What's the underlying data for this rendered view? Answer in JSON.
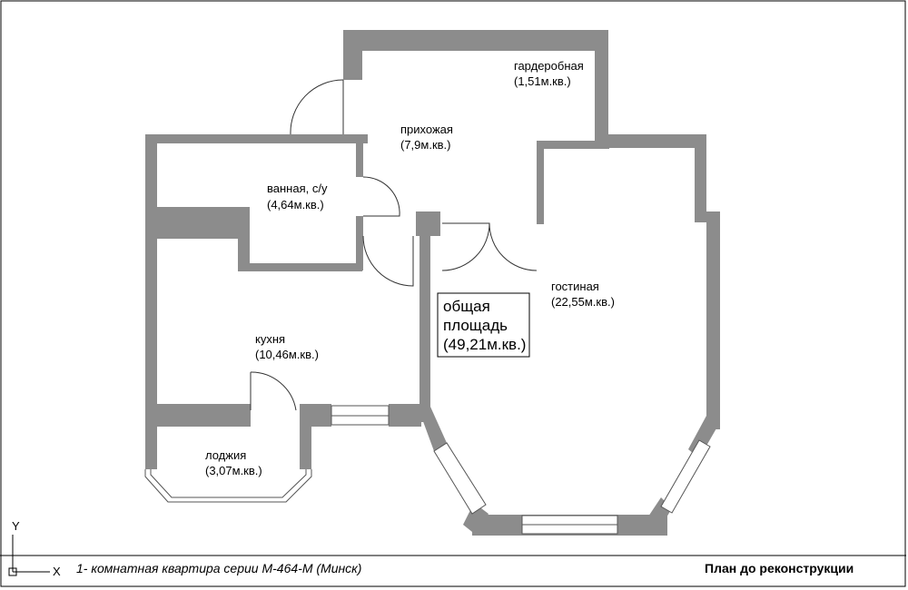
{
  "rooms": {
    "wardrobe": {
      "name": "гардеробная",
      "area": "(1,51м.кв.)"
    },
    "hallway": {
      "name": "прихожая",
      "area": "(7,9м.кв.)"
    },
    "bathroom": {
      "name": "ванная, с/у",
      "area": "(4,64м.кв.)"
    },
    "kitchen": {
      "name": "кухня",
      "area": "(10,46м.кв.)"
    },
    "living": {
      "name": "гостиная",
      "area": "(22,55м.кв.)"
    },
    "loggia": {
      "name": "лоджия",
      "area": "(3,07м.кв.)"
    }
  },
  "total": {
    "line1": "общая",
    "line2": "площадь",
    "line3": "(49,21м.кв.)"
  },
  "footer": {
    "left": "1- комнатная квартира серии М-464-М (Минск)",
    "right": "План до реконструкции"
  },
  "axes": {
    "y": "Y",
    "x": "X"
  },
  "colors": {
    "wall": "#8c8c8c",
    "line": "#333333",
    "background": "#ffffff"
  }
}
